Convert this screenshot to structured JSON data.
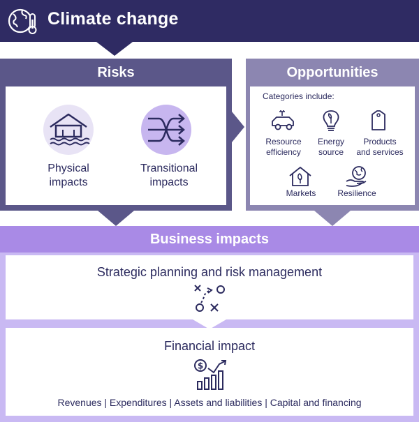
{
  "header": {
    "title": "Climate change",
    "icon": "globe-thermometer-icon"
  },
  "risks": {
    "title": "Risks",
    "items": [
      {
        "label_line1": "Physical",
        "label_line2": "impacts",
        "icon": "flooded-house-icon"
      },
      {
        "label_line1": "Transitional",
        "label_line2": "impacts",
        "icon": "crossing-arrows-icon"
      }
    ]
  },
  "opportunities": {
    "title": "Opportunities",
    "intro": "Categories include:",
    "items": [
      {
        "label_line1": "Resource",
        "label_line2": "efficiency",
        "icon": "electric-car-icon"
      },
      {
        "label_line1": "Energy",
        "label_line2": "source",
        "icon": "lightbulb-leaf-icon"
      },
      {
        "label_line1": "Products",
        "label_line2": "and services",
        "icon": "tag-icon"
      },
      {
        "label_line1": "Markets",
        "label_line2": "",
        "icon": "house-leaf-icon"
      },
      {
        "label_line1": "Resilience",
        "label_line2": "",
        "icon": "hand-globe-icon"
      }
    ]
  },
  "business": {
    "title": "Business impacts",
    "strategic": {
      "title": "Strategic planning and risk management",
      "icon": "strategy-play-icon"
    },
    "financial": {
      "title": "Financial impact",
      "detail": "Revenues | Expenditures | Assets and liabilities | Capital and financing",
      "icon": "dollar-growth-chart-icon"
    }
  },
  "colors": {
    "header": "#2f2b63",
    "risks": "#5b5789",
    "opportunities": "#8c86b1",
    "business_header": "#a98ae6",
    "business_body": "#c9b9f3",
    "text": "#2b2a5e"
  }
}
